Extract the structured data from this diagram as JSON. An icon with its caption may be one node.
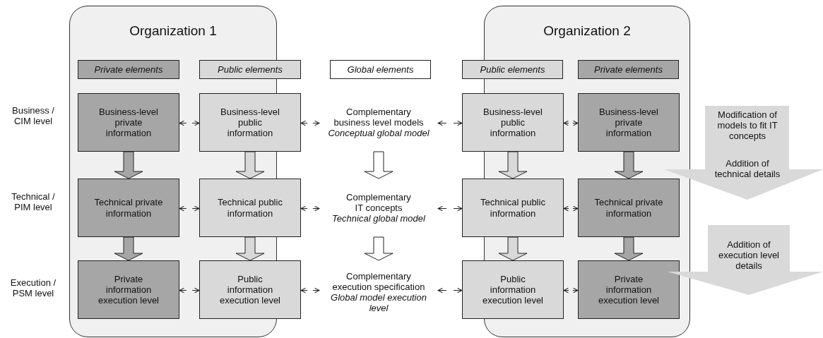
{
  "diagram": {
    "nodes": [
      {
        "text": [
          "Organization 1"
        ]
      },
      {
        "text": [
          "Private elements"
        ],
        "in": 0
      },
      {
        "text": [
          "Public elements"
        ]
      },
      {
        "text": [
          "Global elements"
        ]
      },
      {
        "text": [
          "Organization 2"
        ]
      },
      {
        "text": [
          "Public elements"
        ]
      },
      {
        "text": [
          "Private elements"
        ],
        "in": 4
      },
      {
        "text": [
          "Business-level private information"
        ],
        "in": 0
      },
      {
        "text": [
          "Business-level public information"
        ]
      },
      {
        "text": [
          "Complementary business level models",
          "Conceptual global model"
        ]
      },
      {
        "text": [
          "Business-level public information"
        ]
      },
      {
        "text": [
          "Business-level private information"
        ],
        "in": 4
      },
      {
        "text": [
          "Technical private information"
        ],
        "in": 0
      },
      {
        "text": [
          "Technical public information"
        ]
      },
      {
        "text": [
          "Complementary IT concepts",
          "Technical global model"
        ]
      },
      {
        "text": [
          "Technical public information"
        ]
      },
      {
        "text": [
          "Technical private information"
        ],
        "in": 4
      },
      {
        "text": [
          "Private information execution level"
        ],
        "in": 0
      },
      {
        "text": [
          "Public information execution level"
        ]
      },
      {
        "text": [
          "Complementary execution specification",
          "Global model execution level"
        ]
      },
      {
        "text": [
          "Public information execution level"
        ]
      },
      {
        "text": [
          "Private information execution level"
        ],
        "in": 4
      },
      {
        "text": [
          "Modification of models to fit IT concepts",
          "Addition of technical details"
        ]
      },
      {
        "text": [
          "Addition of execution level details"
        ]
      }
    ],
    "edges": [
      {
        "from": 7,
        "to": 8,
        "arrow": "both",
        "style": "dashed"
      },
      {
        "from": 8,
        "to": 9,
        "arrow": "both",
        "style": "dashed"
      },
      {
        "from": 9,
        "to": 10,
        "arrow": "both",
        "style": "dashed"
      },
      {
        "from": 10,
        "to": 11,
        "arrow": "both",
        "style": "dashed"
      },
      {
        "from": 12,
        "to": 13,
        "arrow": "both",
        "style": "dashed"
      },
      {
        "from": 13,
        "to": 14,
        "arrow": "both",
        "style": "dashed"
      },
      {
        "from": 14,
        "to": 15,
        "arrow": "both",
        "style": "dashed"
      },
      {
        "from": 15,
        "to": 16,
        "arrow": "both",
        "style": "dashed"
      },
      {
        "from": 17,
        "to": 18,
        "arrow": "both",
        "style": "dashed"
      },
      {
        "from": 18,
        "to": 19,
        "arrow": "both",
        "style": "dashed"
      },
      {
        "from": 19,
        "to": 20,
        "arrow": "both",
        "style": "dashed"
      },
      {
        "from": 20,
        "to": 21,
        "arrow": "both",
        "style": "dashed"
      },
      {
        "from": 7,
        "to": 12,
        "arrow": "to",
        "style": "thick"
      },
      {
        "from": 12,
        "to": 17,
        "arrow": "to",
        "style": "thick"
      },
      {
        "from": 8,
        "to": 13,
        "arrow": "to",
        "style": "thick"
      },
      {
        "from": 13,
        "to": 18,
        "arrow": "to",
        "style": "thick"
      },
      {
        "from": 9,
        "to": 14,
        "arrow": "to",
        "style": "thick"
      },
      {
        "from": 14,
        "to": 19,
        "arrow": "to",
        "style": "thick"
      },
      {
        "from": 10,
        "to": 15,
        "arrow": "to",
        "style": "thick"
      },
      {
        "from": 15,
        "to": 20,
        "arrow": "to",
        "style": "thick"
      },
      {
        "from": 11,
        "to": 16,
        "arrow": "to",
        "style": "thick"
      },
      {
        "from": 16,
        "to": 21,
        "arrow": "to",
        "style": "thick"
      }
    ],
    "labels": [
      "Business / CIM level",
      "Technical / PIM level",
      "Execution / PSM level"
    ]
  }
}
